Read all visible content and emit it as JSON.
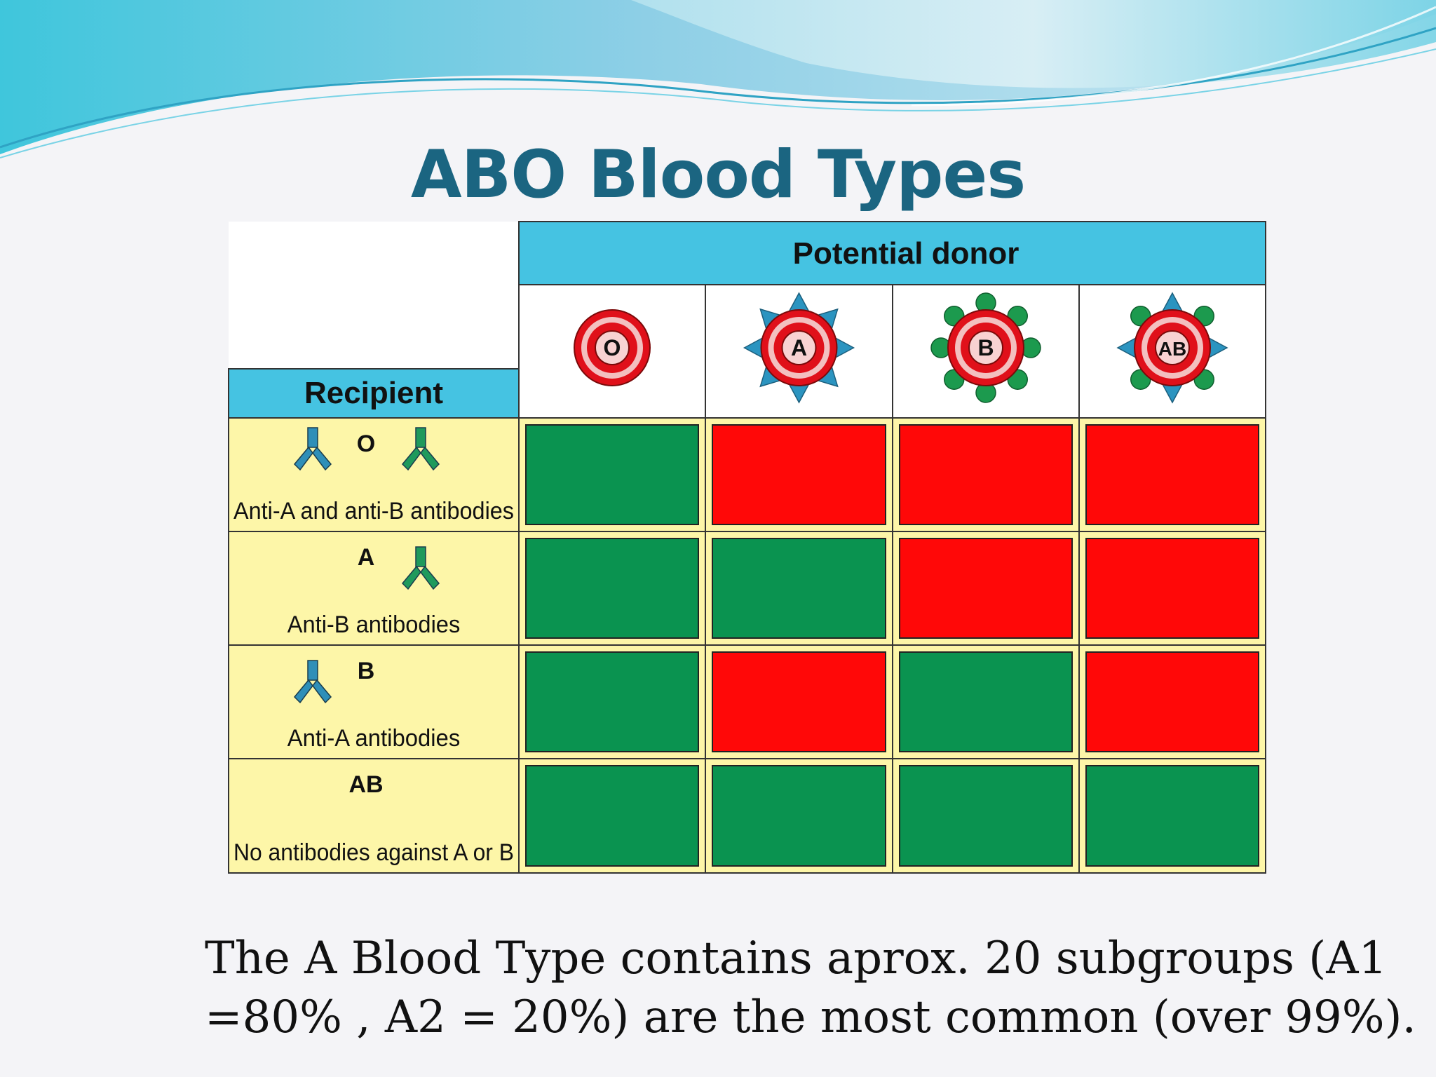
{
  "slide": {
    "title": "ABO Blood Types",
    "caption_lines": [
      "The A Blood Type contains  aprox. 20 subgroups (A1",
      "=80% , A2 = 20%) are the most common (over 99%)."
    ]
  },
  "table": {
    "donor_header": "Potential donor",
    "recipient_header": "Recipient",
    "donors": [
      "O",
      "A",
      "B",
      "AB"
    ],
    "recipients": [
      {
        "type": "O",
        "antibodies": "Anti-A and anti-B antibodies",
        "compatible": [
          true,
          false,
          false,
          false
        ]
      },
      {
        "type": "A",
        "antibodies": "Anti-B antibodies",
        "compatible": [
          true,
          true,
          false,
          false
        ]
      },
      {
        "type": "B",
        "antibodies": "Anti-A antibodies",
        "compatible": [
          true,
          false,
          true,
          false
        ]
      },
      {
        "type": "AB",
        "antibodies": "No antibodies against A or B",
        "compatible": [
          true,
          true,
          true,
          true
        ]
      }
    ]
  },
  "colors": {
    "title": "#1b6581",
    "header_cyan": "#45c3e2",
    "recipient_bg": "#fdf6a8",
    "compatible": "#0a9350",
    "incompatible": "#ff0808",
    "cell_border": "#c8b84a",
    "rbc_outer": "#e0101a",
    "antigen_a": "#2b94c0",
    "antigen_b": "#1c9a4e",
    "antibody_blue": "#2f8fb8",
    "antibody_green": "#1f9a5c"
  }
}
